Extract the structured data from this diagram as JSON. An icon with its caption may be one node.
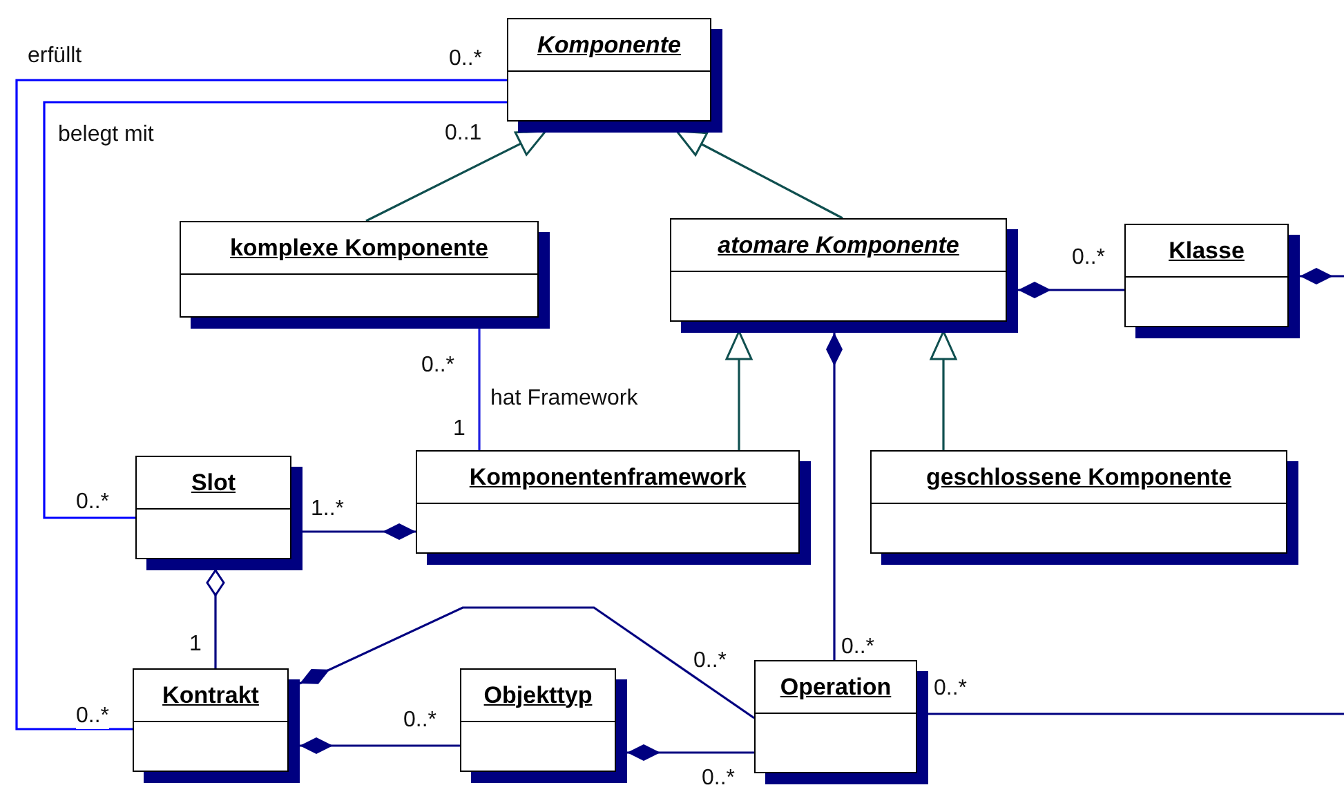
{
  "diagram": {
    "nodes": [
      {
        "text": [
          "Komponente"
        ]
      },
      {
        "text": [
          "komplexe Komponente"
        ]
      },
      {
        "text": [
          "atomare Komponente"
        ]
      },
      {
        "text": [
          "Klasse"
        ]
      },
      {
        "text": [
          "Komponentenframework"
        ]
      },
      {
        "text": [
          "geschlossene Komponente"
        ]
      },
      {
        "text": [
          "Slot"
        ]
      },
      {
        "text": [
          "Kontrakt"
        ]
      },
      {
        "text": [
          "Objekttyp"
        ]
      },
      {
        "text": [
          "Operation"
        ]
      }
    ],
    "edges": [
      {
        "from": 1,
        "to": 0,
        "arrow": "to",
        "color": "#0f4f4f"
      },
      {
        "from": 2,
        "to": 0,
        "arrow": "to",
        "color": "#0f4f4f"
      },
      {
        "from": 4,
        "to": 2,
        "arrow": "to",
        "color": "#0f4f4f"
      },
      {
        "from": 5,
        "to": 2,
        "arrow": "to",
        "color": "#0f4f4f"
      },
      {
        "from": 2,
        "to": 3,
        "arrow": "other"
      },
      {
        "from": 3,
        "to": null,
        "arrow": "other"
      },
      {
        "from": 2,
        "to": 9,
        "arrow": "other"
      },
      {
        "from": 4,
        "to": 6,
        "arrow": "other"
      },
      {
        "from": 6,
        "to": 7,
        "arrow": "other"
      },
      {
        "from": 7,
        "to": 9,
        "arrow": "other"
      },
      {
        "from": 7,
        "to": 8,
        "arrow": "other"
      },
      {
        "from": 8,
        "to": 9,
        "arrow": "other"
      },
      {
        "from": 9,
        "to": null,
        "arrow": "none"
      },
      {
        "from": 1,
        "to": 4,
        "arrow": "none",
        "label": "hat Framework",
        "color": "#2020e0"
      },
      {
        "from": 0,
        "to": 7,
        "arrow": "none",
        "label": "erfüllt",
        "color": "#0000ff"
      },
      {
        "from": 0,
        "to": 6,
        "arrow": "none",
        "label": "belegt mit",
        "color": "#0000ff"
      }
    ],
    "labels": [
      "0..*",
      "0..1",
      "0..*",
      "0..*",
      "1",
      "0..*",
      "1..*",
      "1",
      "0..*",
      "0..*",
      "0..*",
      "0..*",
      "0..*",
      "0..*"
    ]
  }
}
